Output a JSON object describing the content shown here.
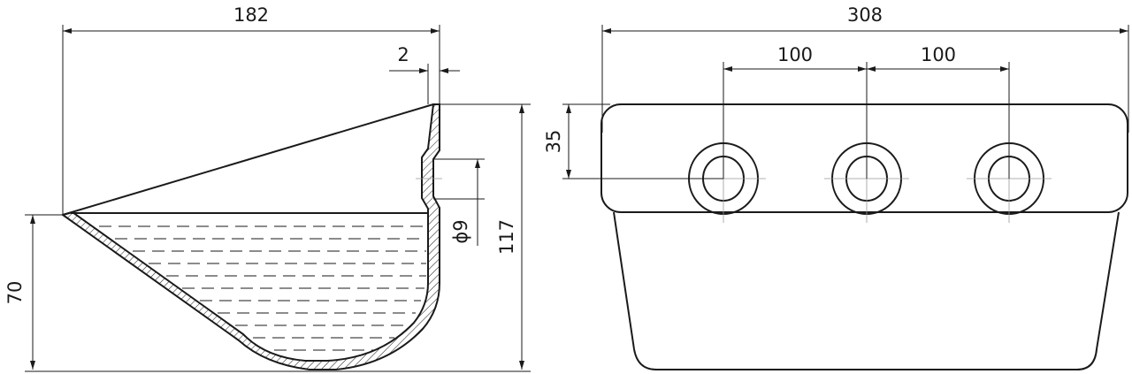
{
  "side_view": {
    "width_dim": "182",
    "thickness_dim": "2",
    "hole_dim": "ϕ9",
    "height_dim": "117",
    "lip_height_dim": "70"
  },
  "front_view": {
    "total_width_dim": "308",
    "pitch_left_dim": "100",
    "pitch_right_dim": "100",
    "hole_height_dim": "35"
  },
  "colors": {
    "line": "#1a1a1a",
    "centerline": "#999999"
  }
}
